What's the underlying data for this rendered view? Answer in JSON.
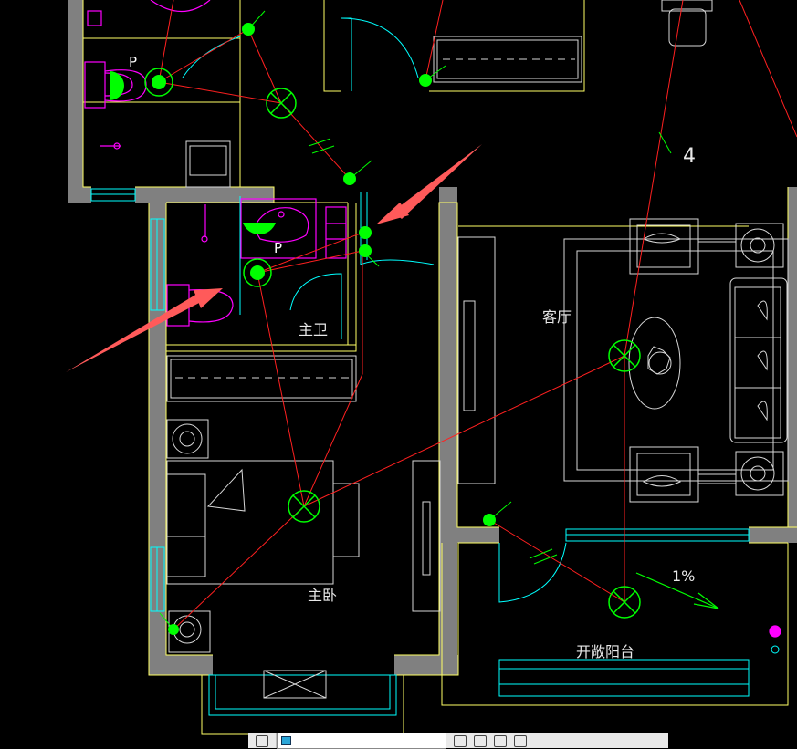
{
  "rooms": {
    "master_bath": "主卫",
    "living_room": "客厅",
    "master_bedroom": "主卧",
    "open_balcony": "开敞阳台"
  },
  "markers": {
    "pump_top": "P",
    "pump_bath": "P",
    "slope": "1%",
    "circuit_number": "4"
  },
  "colors": {
    "wall": "#808080",
    "outline": "#ffff66",
    "fixture": "#ff00ff",
    "window": "#00ffff",
    "wire": "#ff2020",
    "light": "#00ff00",
    "furniture": "#d8d8d8",
    "arrow": "#ff5a5a"
  },
  "icons": [
    "ceiling-light-icon",
    "switch-icon",
    "downlight-icon",
    "annotation-arrow-icon"
  ],
  "statusbar": {
    "text_left": "",
    "text_input": ""
  }
}
